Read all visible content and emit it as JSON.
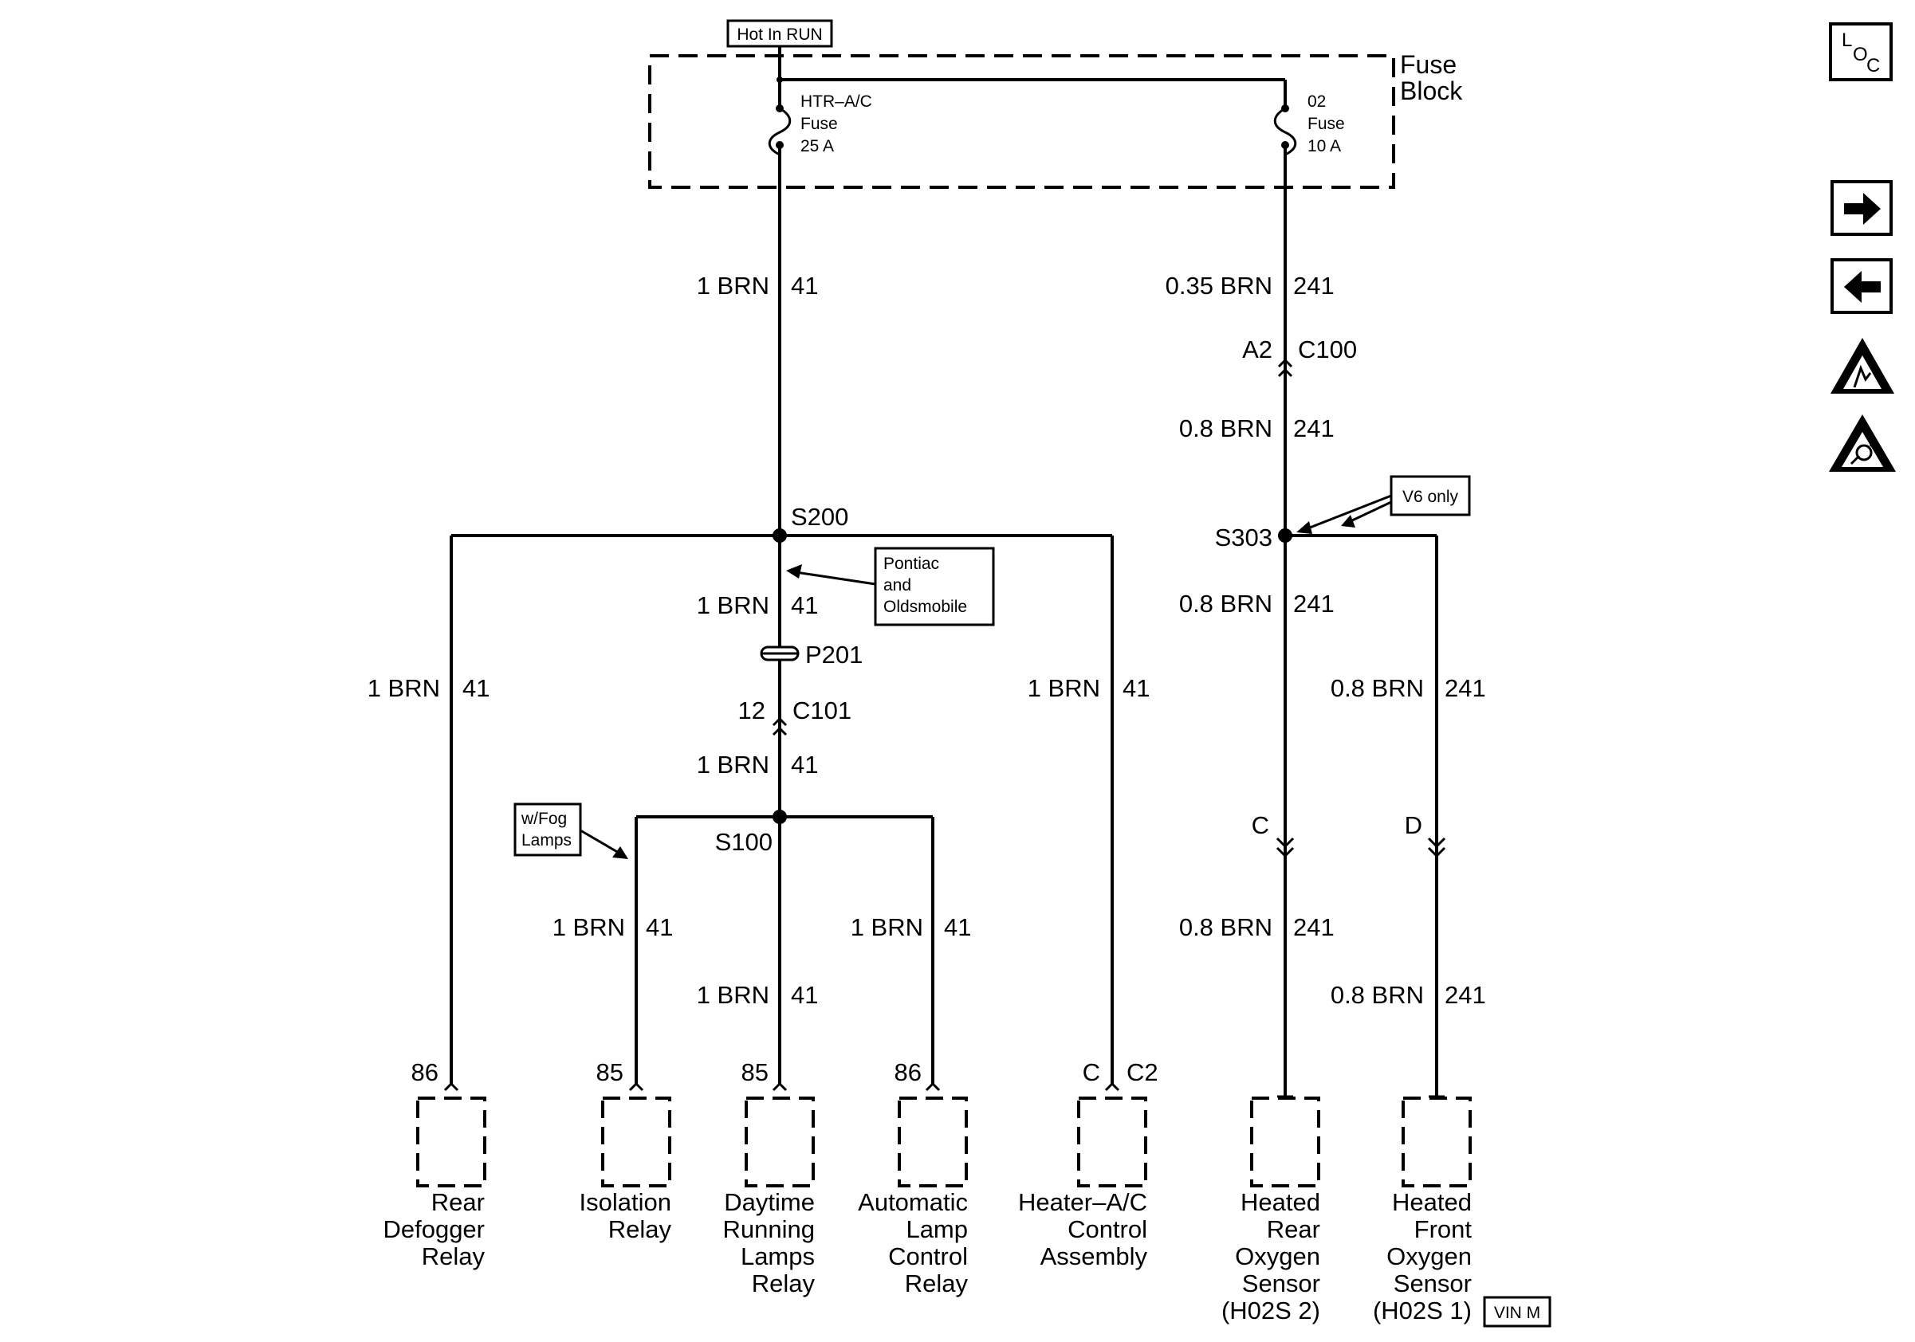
{
  "fuse_block": {
    "title_line1": "Fuse",
    "title_line2": "Block",
    "supply_label": "Hot In RUN",
    "fuse1": {
      "line1": "HTR–A/C",
      "line2": "Fuse",
      "line3": "25 A"
    },
    "fuse2": {
      "line1": "02",
      "line2": "Fuse",
      "line3": "10 A"
    }
  },
  "labels": {
    "w1_gauge": "1 BRN",
    "w1_circuit": "41",
    "w2_gauge": "0.35 BRN",
    "w2_circuit": "241",
    "c100_pin": "A2",
    "c100": "C100",
    "w3_gauge": "0.8 BRN",
    "w3_circuit": "241",
    "s200": "S200",
    "s303": "S303",
    "w4_gauge": "1 BRN",
    "w4_circuit": "41",
    "p201": "P201",
    "c101_pin": "12",
    "c101": "C101",
    "w5_gauge": "1 BRN",
    "w5_circuit": "41",
    "w6_gauge": "1 BRN",
    "w6_circuit": "41",
    "w7_gauge": "1 BRN",
    "w7_circuit": "41",
    "w8_gauge": "0.8 BRN",
    "w8_circuit": "241",
    "w9_gauge": "0.8 BRN",
    "w9_circuit": "241",
    "s100": "S100",
    "w10_gauge": "1 BRN",
    "w10_circuit": "41",
    "w11_gauge": "1 BRN",
    "w11_circuit": "41",
    "w12_gauge": "1 BRN",
    "w12_circuit": "41",
    "w13_gauge": "0.8 BRN",
    "w13_circuit": "241",
    "w14_gauge": "0.8 BRN",
    "w14_circuit": "241",
    "conn_c": "C",
    "conn_d": "D"
  },
  "notes": {
    "pontiac_line1": "Pontiac",
    "pontiac_line2": "and",
    "pontiac_line3": "Oldsmobile",
    "v6": "V6 only",
    "fog_line1": "w/Fog",
    "fog_line2": "Lamps",
    "vin": "VIN M"
  },
  "components": {
    "rear_defogger": {
      "pin": "86",
      "line1": "Rear",
      "line2": "Defogger",
      "line3": "Relay"
    },
    "isolation": {
      "pin": "85",
      "line1": "Isolation",
      "line2": "Relay"
    },
    "drl": {
      "pin": "85",
      "line1": "Daytime",
      "line2": "Running",
      "line3": "Lamps",
      "line4": "Relay"
    },
    "auto_lamp": {
      "pin": "86",
      "line1": "Automatic",
      "line2": "Lamp",
      "line3": "Control",
      "line4": "Relay"
    },
    "heater": {
      "pin": "C",
      "conn": "C2",
      "line1": "Heater–A/C",
      "line2": "Control",
      "line3": "Assembly"
    },
    "rear_o2": {
      "line1": "Heated",
      "line2": "Rear",
      "line3": "Oxygen",
      "line4": "Sensor",
      "line5": "(H02S 2)"
    },
    "front_o2": {
      "line1": "Heated",
      "line2": "Front",
      "line3": "Oxygen",
      "line4": "Sensor",
      "line5": "(H02S 1)"
    }
  },
  "nav": {
    "loc_l": "L",
    "loc_o": "O",
    "loc_c": "C",
    "next_icon": "arrow-right-icon",
    "prev_icon": "arrow-left-icon",
    "esd_icon": "esd-warning-icon",
    "airbag_icon": "airbag-warning-icon"
  }
}
